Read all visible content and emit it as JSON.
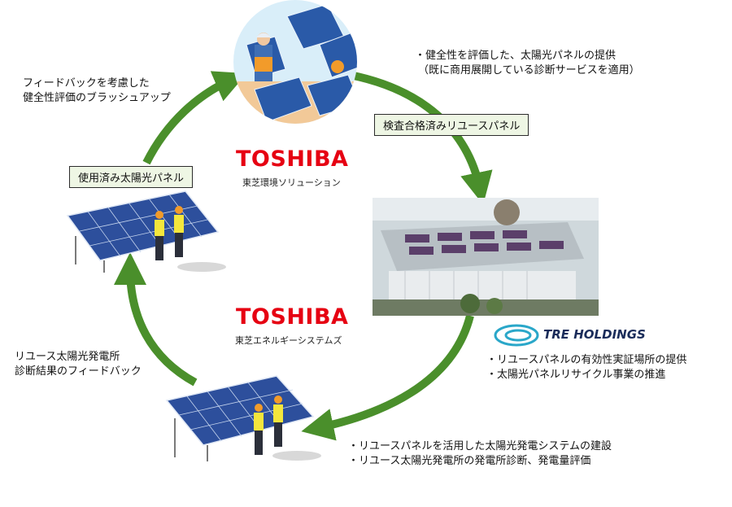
{
  "top_right_text": {
    "line1": "・健全性を評価した、太陽光パネルの提供",
    "line2": "（既に商用展開している診断サービスを適用）"
  },
  "top_left_text": {
    "line1": "フィードバックを考慮した",
    "line2": "健全性評価のブラッシュアップ"
  },
  "box_reuse_panel": "検査合格済みリユースパネル",
  "box_used_panel": "使用済み太陽光パネル",
  "toshiba_env": {
    "brand": "TOSHIBA",
    "sub": "東芝環境ソリューション"
  },
  "toshiba_energy": {
    "brand": "TOSHIBA",
    "sub": "東芝エネルギーシステムズ"
  },
  "tre": {
    "brand": "TRE HOLDINGS",
    "line1": "・リユースパネルの有効性実証場所の提供",
    "line2": "・太陽光パネルリサイクル事業の推進"
  },
  "left_mid_text": {
    "line1": "リユース太陽光発電所",
    "line2": "診断結果のフィードバック"
  },
  "bottom_text": {
    "line1": "・リユースパネルを活用した太陽光発電システムの建設",
    "line2": "・リユース太陽光発電所の発電所診断、発電量評価"
  },
  "colors": {
    "arrow": "#4a8f2b",
    "toshiba_red": "#e60012",
    "box_fill": "#eef6e4",
    "tre_blue": "#1a2c5a"
  }
}
